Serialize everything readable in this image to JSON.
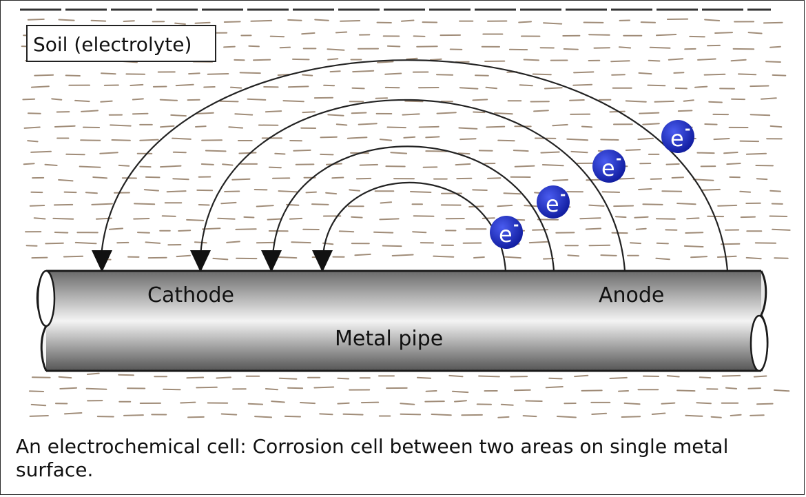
{
  "labels": {
    "soil": "Soil (electrolyte)",
    "cathode": "Cathode",
    "anode": "Anode",
    "pipe": "Metal pipe",
    "electron_base": "e",
    "electron_sup": "-"
  },
  "caption": "An electrochemical cell: Corrosion cell between two areas on single metal surface.",
  "colors": {
    "soil_dash": "#a08c78",
    "electron": "#1c2fc4",
    "pipe_dark": "#5a5a5a",
    "pipe_light": "#f4f4f4",
    "arc": "#222222"
  },
  "electron_count": 4
}
